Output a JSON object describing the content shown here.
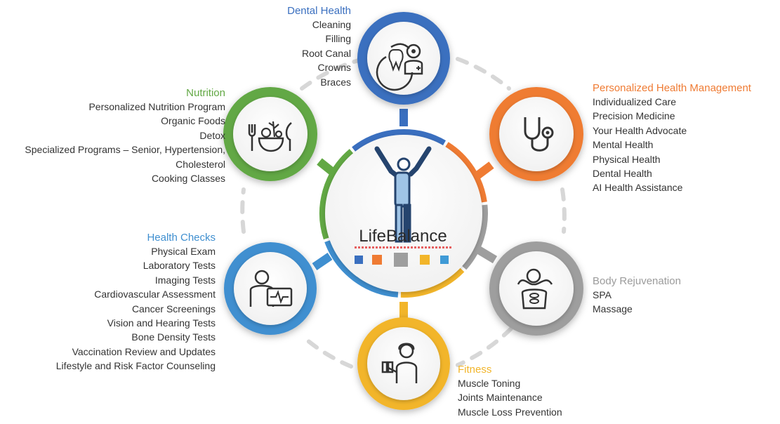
{
  "center": {
    "title": "LifeBalance",
    "swatches": [
      "#3a6fbf",
      "#ef7b33",
      "#9e9e9e",
      "#f2b52a",
      "#3f9ad6"
    ]
  },
  "colors": {
    "dental": "#3a6fbf",
    "personalized": "#ef7b33",
    "body": "#8f8f8f",
    "fitness": "#f2b52a",
    "health_checks": "#3f8fd0",
    "nutrition": "#62a844",
    "connector_gray": "#d7d7d7"
  },
  "nodes": [
    {
      "key": "dental",
      "icon": "tooth-doctor-icon"
    },
    {
      "key": "personalized",
      "icon": "stethoscope-icon"
    },
    {
      "key": "body",
      "icon": "massage-icon"
    },
    {
      "key": "fitness",
      "icon": "dumbbell-woman-icon"
    },
    {
      "key": "health_checks",
      "icon": "doctor-monitor-icon"
    },
    {
      "key": "nutrition",
      "icon": "salad-cutlery-icon"
    }
  ],
  "groups": {
    "dental": {
      "title": "Dental Health",
      "items": [
        "Cleaning",
        "Filling",
        "Root Canal",
        "Crowns",
        "Braces"
      ]
    },
    "personalized": {
      "title": "Personalized Health Management",
      "items": [
        "Individualized Care",
        "Precision Medicine",
        "Your Health Advocate",
        "Mental Health",
        "Physical Health",
        "Dental Health",
        "AI Health Assistance"
      ]
    },
    "body": {
      "title": "Body Rejuvenation",
      "items": [
        "SPA",
        "Massage"
      ]
    },
    "fitness": {
      "title": "Fitness",
      "items": [
        "Muscle Toning",
        "Joints Maintenance",
        "Muscle Loss Prevention"
      ]
    },
    "health_checks": {
      "title": "Health Checks",
      "items": [
        "Physical Exam",
        "Laboratory Tests",
        "Imaging Tests",
        "Cardiovascular Assessment",
        "Cancer Screenings",
        "Vision and Hearing Tests",
        "Bone Density Tests",
        "Vaccination Review and Updates",
        "Lifestyle and Risk Factor Counseling"
      ]
    },
    "nutrition": {
      "title": "Nutrition",
      "items": [
        "Personalized Nutrition Program",
        "Organic Foods",
        "Detox",
        "Specialized Programs – Senior, Hypertension,",
        "Cholesterol",
        "Cooking Classes"
      ]
    }
  }
}
